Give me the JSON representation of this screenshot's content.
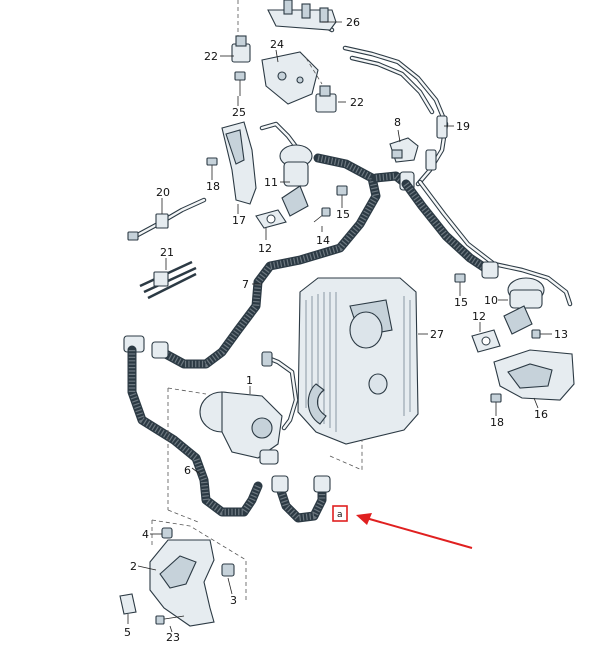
{
  "diagram": {
    "callouts": {
      "p1": "1",
      "p2": "2",
      "p3": "3",
      "p4": "4",
      "p5": "5",
      "p6": "6",
      "p7": "7",
      "p8": "8",
      "p10": "10",
      "p11": "11",
      "p12a": "12",
      "p12b": "12",
      "p13": "13",
      "p14": "14",
      "p15a": "15",
      "p15b": "15",
      "p16": "16",
      "p17": "17",
      "p18a": "18",
      "p18b": "18",
      "p19": "19",
      "p20": "20",
      "p21": "21",
      "p22a": "22",
      "p22b": "22",
      "p23": "23",
      "p24": "24",
      "p25": "25",
      "p26": "26",
      "p27": "27"
    },
    "marker": "a",
    "colors": {
      "highlight": "#e02020",
      "line": "#2c3a44",
      "part_fill": "#e6ecf0"
    }
  }
}
